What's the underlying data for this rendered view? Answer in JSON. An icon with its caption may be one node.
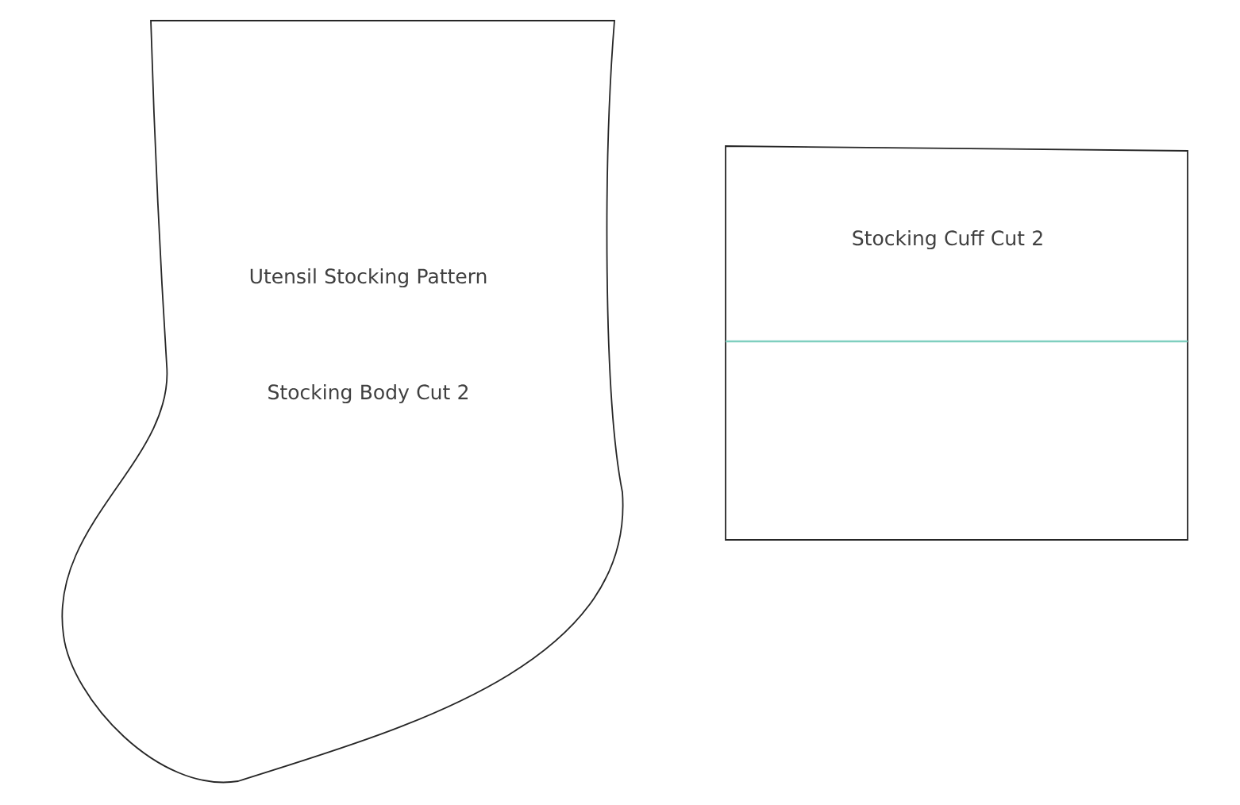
{
  "diagram": {
    "nodes": [
      {
        "text": [
          "Utensil Stocking Pattern",
          "Stocking Body Cut 2"
        ]
      },
      {
        "text": [
          "Stocking Cuff Cut 2"
        ]
      }
    ]
  }
}
